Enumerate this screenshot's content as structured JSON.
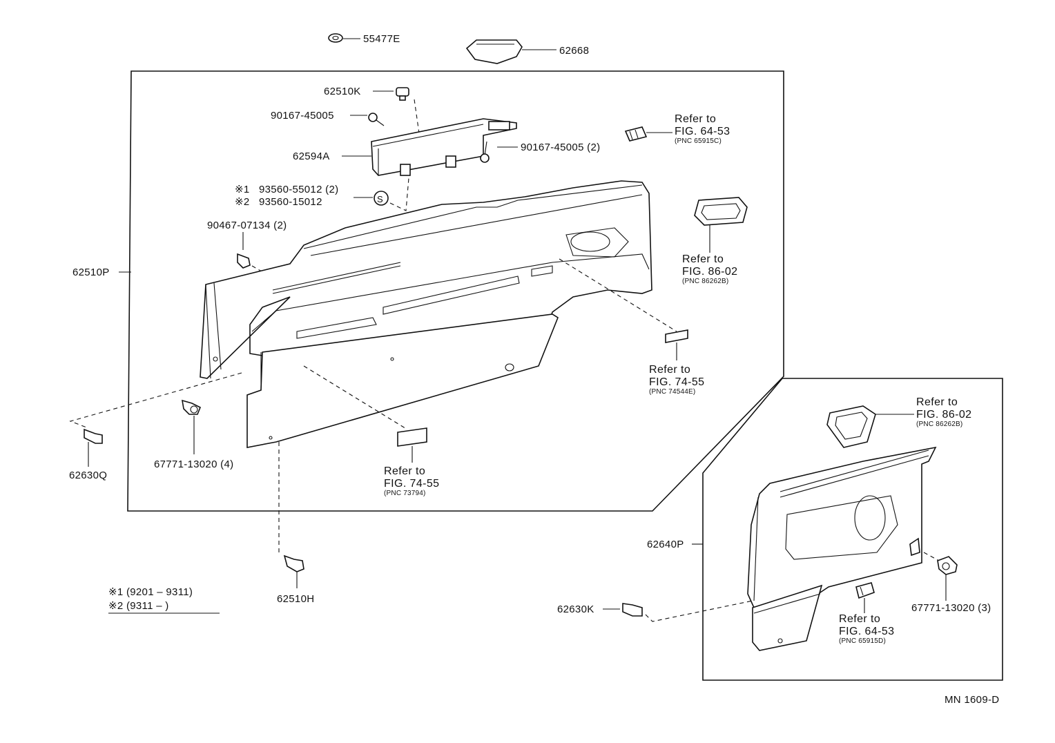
{
  "labels": {
    "p55477E": "55477E",
    "p62668": "62668",
    "p62510K": "62510K",
    "p90167_a": "90167-45005",
    "p62594A": "62594A",
    "p90167_b": "90167-45005 (2)",
    "p93560_1": "93560-55012 (2)",
    "p93560_2": "93560-15012",
    "mark1": "※1",
    "mark2": "※2",
    "p90467": "90467-07134 (2)",
    "p62510P": "62510P",
    "p67771_4": "67771-13020 (4)",
    "p62630Q": "62630Q",
    "p62510H": "62510H",
    "p62640P": "62640P",
    "p62630K": "62630K",
    "p67771_3": "67771-13020 (3)"
  },
  "refs": {
    "fig6453_top": {
      "refer": "Refer to",
      "fig": "FIG. 64-53",
      "pnc": "(PNC 65915C)"
    },
    "fig8602_top": {
      "refer": "Refer to",
      "fig": "FIG. 86-02",
      "pnc": "(PNC 86262B)"
    },
    "fig7455_right": {
      "refer": "Refer to",
      "fig": "FIG. 74-55",
      "pnc": "(PNC 74544E)"
    },
    "fig7455_mid": {
      "refer": "Refer to",
      "fig": "FIG. 74-55",
      "pnc": "(PNC 73794)"
    },
    "fig8602_low": {
      "refer": "Refer to",
      "fig": "FIG. 86-02",
      "pnc": "(PNC 86262B)"
    },
    "fig6453_low": {
      "refer": "Refer to",
      "fig": "FIG. 64-53",
      "pnc": "(PNC 65915D)"
    }
  },
  "legend": {
    "row1": "※1 (9201 – 9311)",
    "row2": "※2 (9311 –          )"
  },
  "code": "MN  1609-D"
}
